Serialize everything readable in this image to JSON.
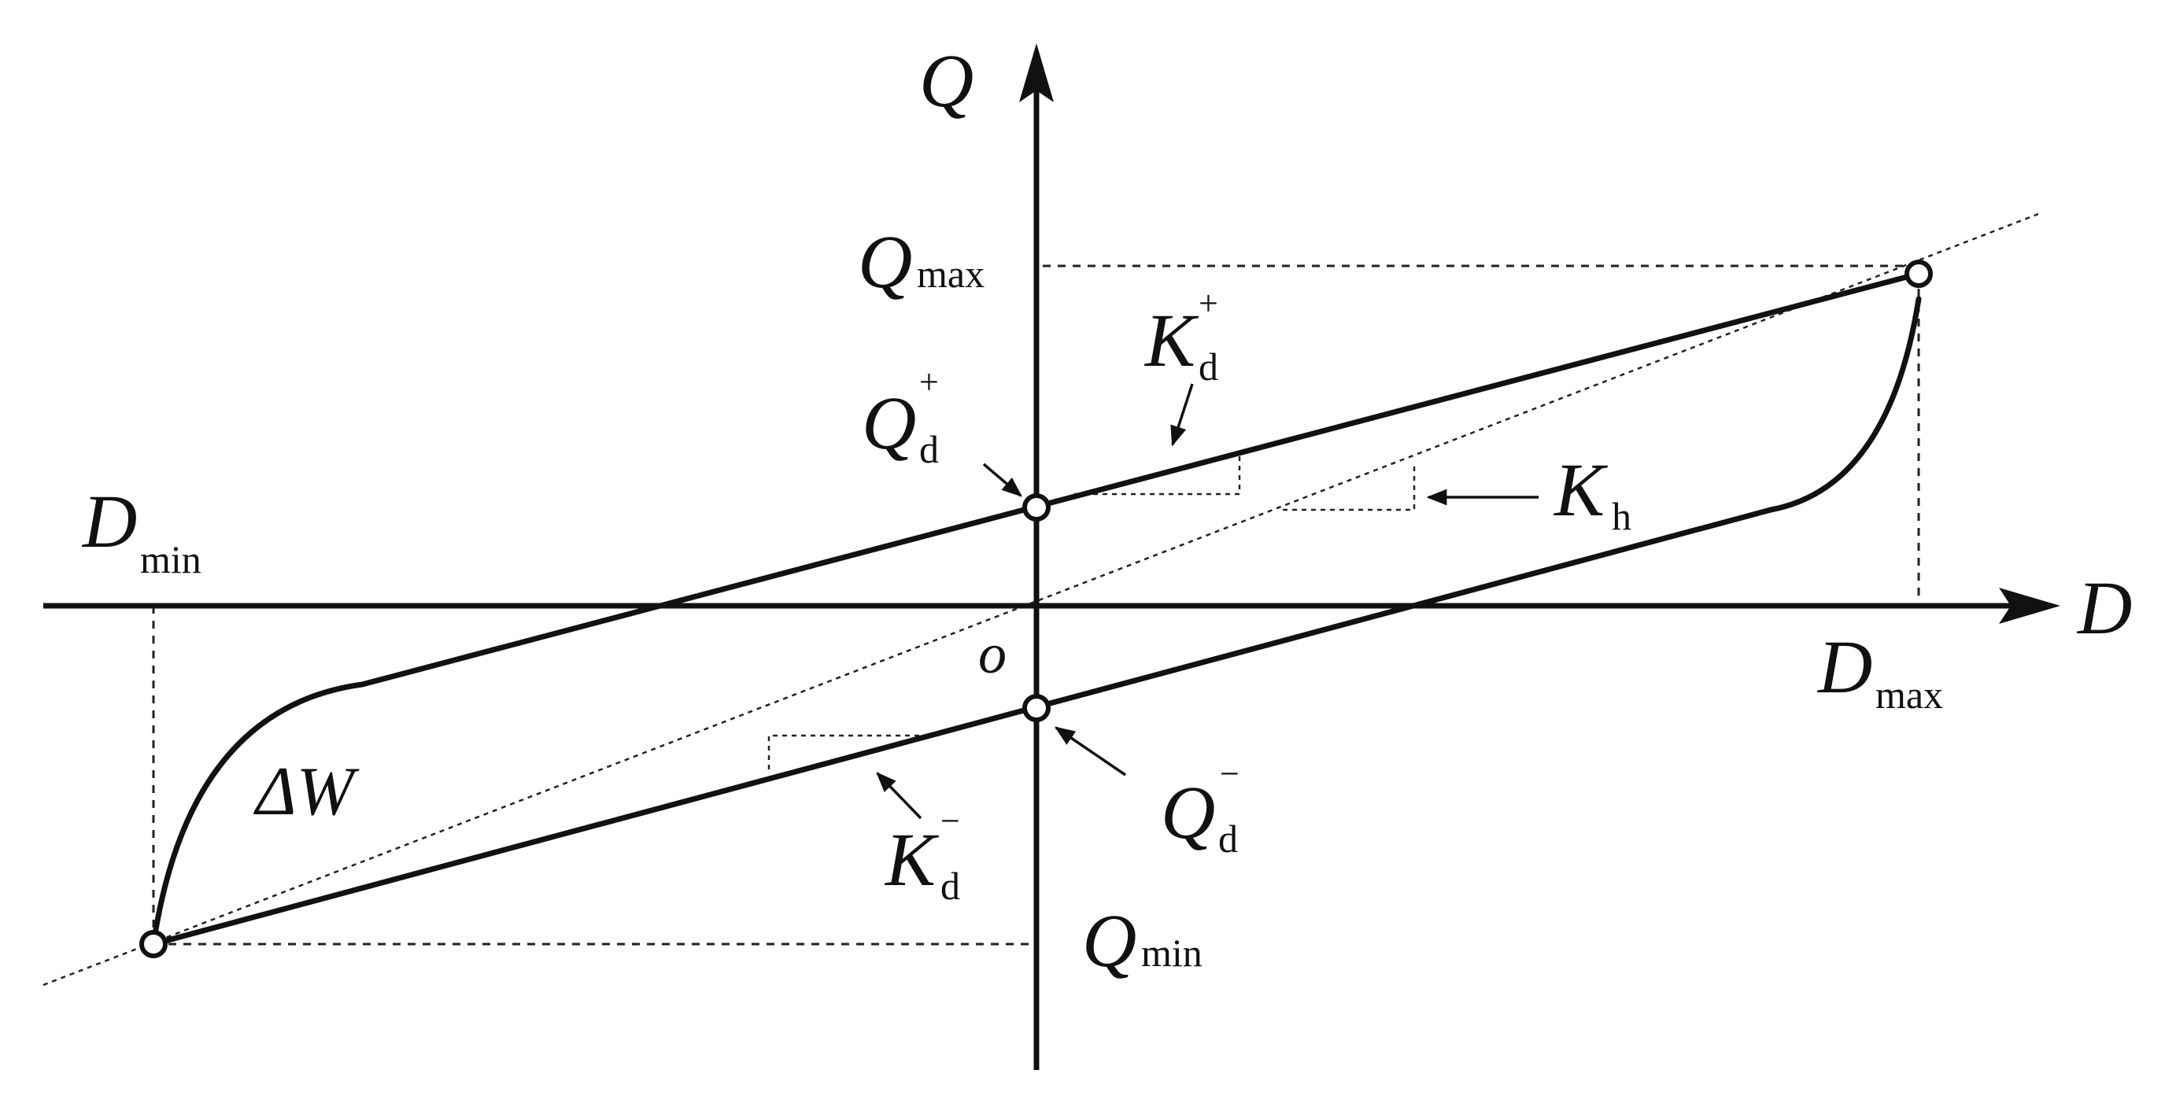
{
  "diagram": {
    "axes": {
      "x_axis_label": "D",
      "y_axis_label": "Q",
      "origin_label": "o"
    },
    "labels": {
      "q_max": {
        "base": "Q",
        "sub": "max"
      },
      "q_min": {
        "base": "Q",
        "sub": "min"
      },
      "d_min": {
        "base": "D",
        "sub": "min"
      },
      "d_max": {
        "base": "D",
        "sub": "max"
      },
      "qd_plus": {
        "base": "Q",
        "sub": "d",
        "sup": "+"
      },
      "qd_minus": {
        "base": "Q",
        "sub": "d",
        "sup": "−"
      },
      "kd_plus": {
        "base": "K",
        "sub": "d",
        "sup": "+"
      },
      "kd_minus": {
        "base": "K",
        "sub": "d",
        "sup": "−"
      },
      "kh": {
        "base": "K",
        "sub": "h"
      },
      "energy": "ΔW"
    },
    "colors": {
      "stroke": "#111111",
      "background": "#ffffff"
    }
  }
}
